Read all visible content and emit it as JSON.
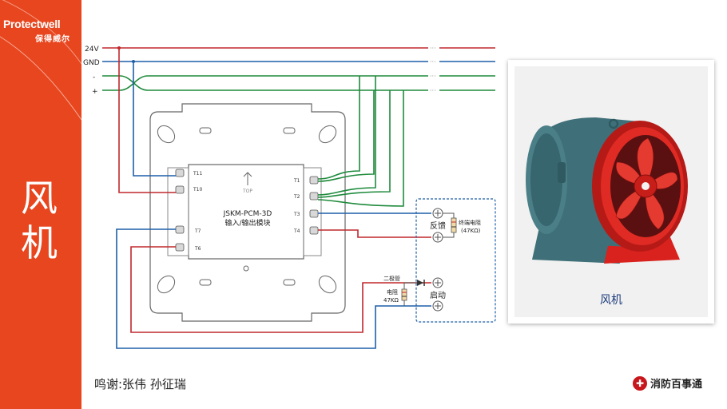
{
  "brand": {
    "name": "Protectwell",
    "name_cn": "保得威尔"
  },
  "sidebar": {
    "title_line1": "风",
    "title_line2": "机"
  },
  "bus": {
    "v24": "24V",
    "gnd": "GND",
    "minus": "-",
    "plus": "+"
  },
  "module": {
    "model": "JSKM-PCM-3D",
    "name": "输入/输出模块",
    "top_label": "TOP",
    "terminals_left": [
      "T11",
      "T10",
      "T7",
      "T6"
    ],
    "terminals_right": [
      "T1",
      "T2",
      "T3",
      "T4"
    ]
  },
  "fan_box": {
    "feedback": "反馈",
    "start": "启动",
    "eol_label": "终端电阻",
    "eol_value": "(47KΩ)",
    "diode": "二极管",
    "res_label": "电阻",
    "res_value": "47KΩ"
  },
  "fan_card": {
    "caption": "风机"
  },
  "footer": {
    "credit": "鸣谢:张伟  孙征瑞",
    "logo_text": "消防百事通"
  },
  "colors": {
    "accent": "#e8461e",
    "red_wire": "#c0282d",
    "blue_wire": "#1f5fa8",
    "green_wire": "#1e8a3c",
    "fan_body": "#3f7079",
    "fan_red": "#d9221e"
  }
}
